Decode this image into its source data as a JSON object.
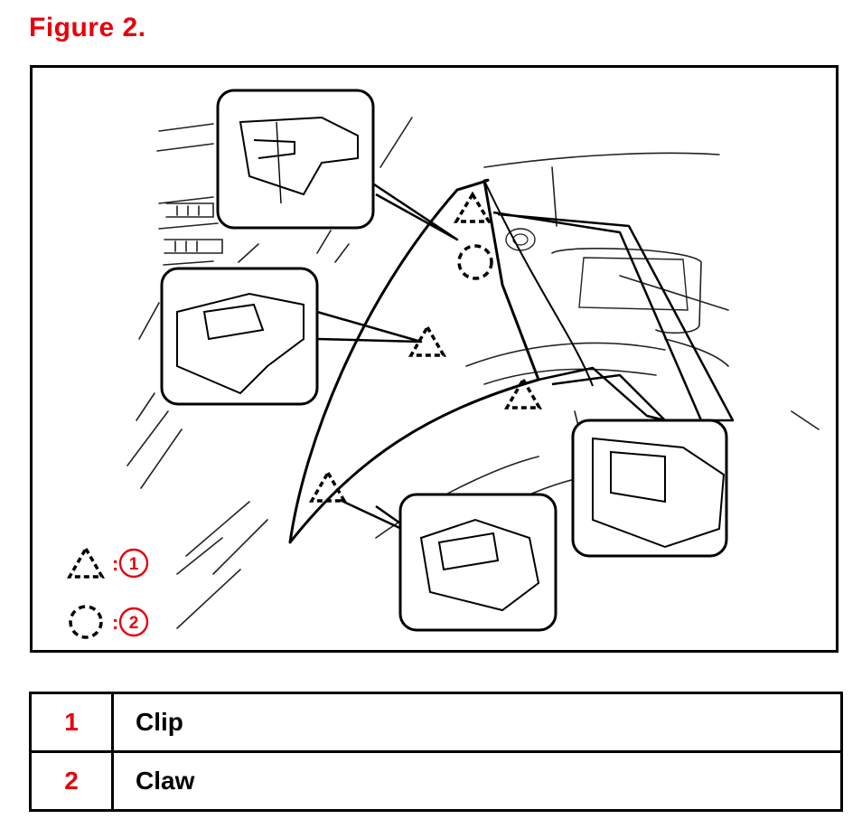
{
  "figure": {
    "title": "Figure 2."
  },
  "legend_symbols": [
    {
      "shape": "dashed-triangle",
      "number": "1"
    },
    {
      "shape": "dashed-circle",
      "number": "2"
    }
  ],
  "parts_table": {
    "rows": [
      {
        "number": "1",
        "name": "Clip"
      },
      {
        "number": "2",
        "name": "Claw"
      }
    ]
  },
  "colors": {
    "accent": "#e8000b",
    "line": "#000000"
  }
}
